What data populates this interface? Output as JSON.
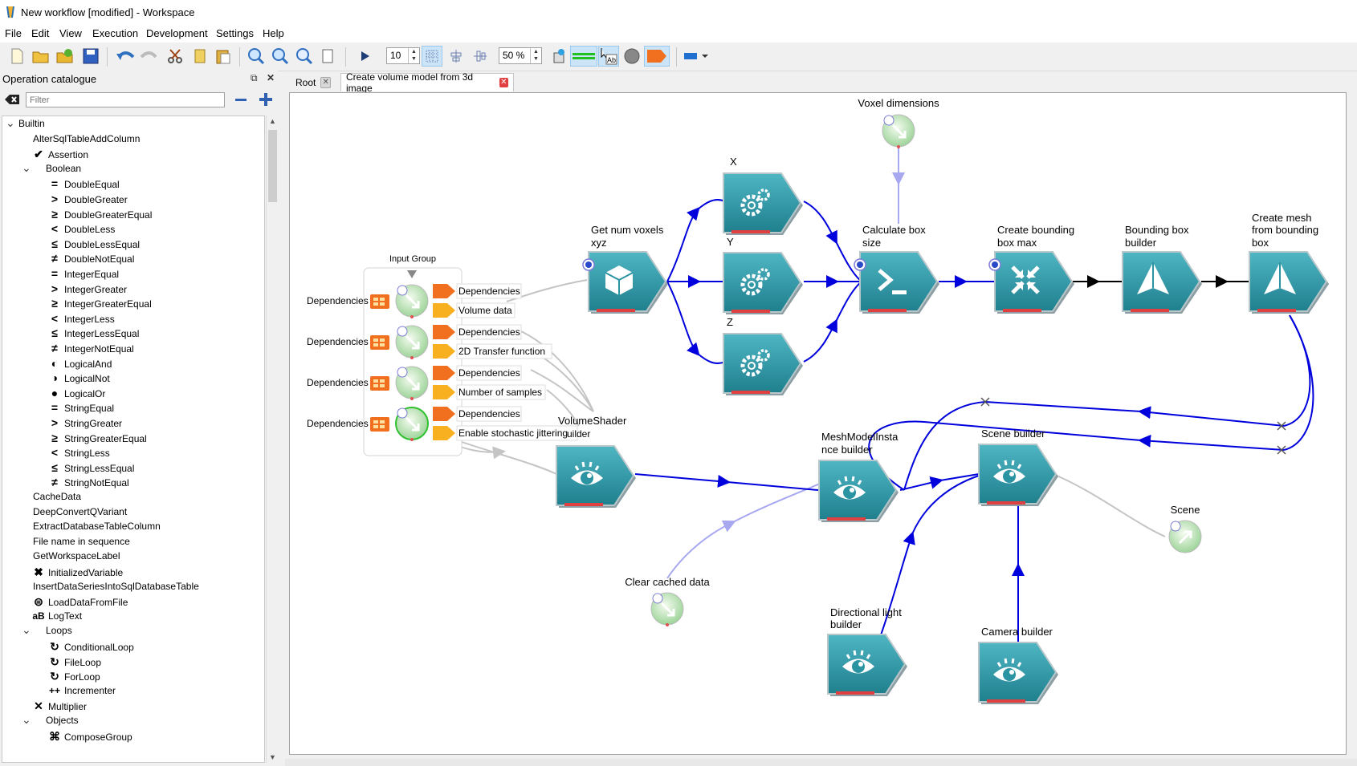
{
  "window": {
    "title": "New workflow [modified] - Workspace"
  },
  "menu": [
    "File",
    "Edit",
    "View",
    "Execution",
    "Development",
    "Settings",
    "Help"
  ],
  "toolbar": {
    "step_value": "10",
    "zoom_value": "50 %",
    "run_icon": "play-icon"
  },
  "panel": {
    "title": "Operation catalogue",
    "filter_placeholder": "Filter",
    "tree": [
      {
        "label": "Builtin",
        "level": 0,
        "icon": "",
        "caret": "open"
      },
      {
        "label": "AlterSqlTableAddColumn",
        "level": 1,
        "icon": ""
      },
      {
        "label": "Assertion",
        "level": 1,
        "icon": "✔"
      },
      {
        "label": "Boolean",
        "level": 1,
        "icon": "",
        "caret": "open"
      },
      {
        "label": "DoubleEqual",
        "level": 2,
        "icon": "="
      },
      {
        "label": "DoubleGreater",
        "level": 2,
        "icon": ">"
      },
      {
        "label": "DoubleGreaterEqual",
        "level": 2,
        "icon": "≥"
      },
      {
        "label": "DoubleLess",
        "level": 2,
        "icon": "<"
      },
      {
        "label": "DoubleLessEqual",
        "level": 2,
        "icon": "≤"
      },
      {
        "label": "DoubleNotEqual",
        "level": 2,
        "icon": "≠"
      },
      {
        "label": "IntegerEqual",
        "level": 2,
        "icon": "="
      },
      {
        "label": "IntegerGreater",
        "level": 2,
        "icon": ">"
      },
      {
        "label": "IntegerGreaterEqual",
        "level": 2,
        "icon": "≥"
      },
      {
        "label": "IntegerLess",
        "level": 2,
        "icon": "<"
      },
      {
        "label": "IntegerLessEqual",
        "level": 2,
        "icon": "≤"
      },
      {
        "label": "IntegerNotEqual",
        "level": 2,
        "icon": "≠"
      },
      {
        "label": "LogicalAnd",
        "level": 2,
        "icon": "◐"
      },
      {
        "label": "LogicalNot",
        "level": 2,
        "icon": "◑"
      },
      {
        "label": "LogicalOr",
        "level": 2,
        "icon": "●"
      },
      {
        "label": "StringEqual",
        "level": 2,
        "icon": "="
      },
      {
        "label": "StringGreater",
        "level": 2,
        "icon": ">"
      },
      {
        "label": "StringGreaterEqual",
        "level": 2,
        "icon": "≥"
      },
      {
        "label": "StringLess",
        "level": 2,
        "icon": "<"
      },
      {
        "label": "StringLessEqual",
        "level": 2,
        "icon": "≤"
      },
      {
        "label": "StringNotEqual",
        "level": 2,
        "icon": "≠"
      },
      {
        "label": "CacheData",
        "level": 1,
        "icon": ""
      },
      {
        "label": "DeepConvertQVariant",
        "level": 1,
        "icon": ""
      },
      {
        "label": "ExtractDatabaseTableColumn",
        "level": 1,
        "icon": ""
      },
      {
        "label": "File name in sequence",
        "level": 1,
        "icon": ""
      },
      {
        "label": "GetWorkspaceLabel",
        "level": 1,
        "icon": ""
      },
      {
        "label": "InitializedVariable",
        "level": 1,
        "icon": "✖"
      },
      {
        "label": "InsertDataSeriesIntoSqlDatabaseTable",
        "level": 1,
        "icon": ""
      },
      {
        "label": "LoadDataFromFile",
        "level": 1,
        "icon": "⊜"
      },
      {
        "label": "LogText",
        "level": 1,
        "icon": "aB"
      },
      {
        "label": "Loops",
        "level": 1,
        "icon": "",
        "caret": "open"
      },
      {
        "label": "ConditionalLoop",
        "level": 2,
        "icon": "↻"
      },
      {
        "label": "FileLoop",
        "level": 2,
        "icon": "↻"
      },
      {
        "label": "ForLoop",
        "level": 2,
        "icon": "↻"
      },
      {
        "label": "Incrementer",
        "level": 2,
        "icon": "++"
      },
      {
        "label": "Multiplier",
        "level": 1,
        "icon": "✕"
      },
      {
        "label": "Objects",
        "level": 1,
        "icon": "",
        "caret": "open"
      },
      {
        "label": "ComposeGroup",
        "level": 2,
        "icon": "⌘"
      }
    ]
  },
  "tabs": [
    {
      "label": "Root"
    },
    {
      "label": "Create volume model from 3d image"
    }
  ],
  "canvas": {
    "input_group": {
      "title": "Input Group",
      "left_labels": [
        "Dependencies",
        "Dependencies",
        "Dependencies",
        "Dependencies"
      ],
      "right_labels": [
        "Dependencies",
        "Volume data",
        "Dependencies",
        "2D Transfer function",
        "Dependencies",
        "Number of samples",
        "Dependencies",
        "Enable stochastic jittering"
      ]
    },
    "nodes": {
      "voxel_dimensions": "Voxel dimensions",
      "x": "X",
      "y": "Y",
      "z": "Z",
      "get_num_voxels_1": "Get num voxels",
      "get_num_voxels_2": "xyz",
      "calc_box_1": "Calculate box",
      "calc_box_2": "size",
      "create_bbox_max_1": "Create bounding",
      "create_bbox_max_2": "box max",
      "bbox_builder_1": "Bounding box",
      "bbox_builder_2": "builder",
      "create_mesh_1": "Create mesh",
      "create_mesh_2": "from bounding",
      "create_mesh_3": "box",
      "volume_shader": "VolumeShader",
      "volume_shader_suffix": "uilder",
      "mesh_model_1": "MeshModelInsta",
      "mesh_model_2": "nce builder",
      "scene_builder": "Scene builder",
      "scene": "Scene",
      "clear_cached": "Clear cached data",
      "dir_light_1": "Directional light",
      "dir_light_2": "builder",
      "camera_builder": "Camera builder"
    }
  },
  "colors": {
    "node_top": "#4fb6c4",
    "node_bottom": "#1f7f8d",
    "edge_active": "#0000dd",
    "edge_inactive": "#c4c4c4",
    "edge_pending": "#a8a8f0",
    "port_orange": "#f07020",
    "port_yellow": "#f8b020"
  }
}
